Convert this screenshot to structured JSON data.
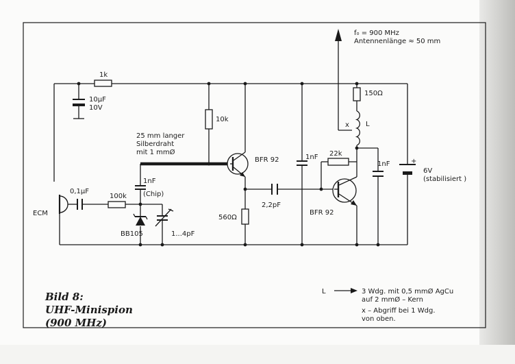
{
  "figure": {
    "caption_lines": [
      "Bild 8:",
      "UHF-Minispion",
      "(900 MHz)"
    ]
  },
  "annotations": {
    "frequency": "f₀ = 900 MHz",
    "antenna_length": "Antennenlänge ≈ 50 mm",
    "silver_wire": [
      "25 mm langer",
      "Silberdraht",
      "mit 1 mmØ"
    ]
  },
  "components": {
    "r_1k": "1k",
    "c_10uf": [
      "10µF",
      "10V"
    ],
    "r_10k": "10k",
    "t1": "BFR 92",
    "c_1nf_chip": [
      "1nF",
      "(Chip)"
    ],
    "mic": "ECM",
    "c_01uf": "0,1µF",
    "r_100k": "100k",
    "diode": "BB105",
    "trimmer": "1...4pF",
    "r_560": "560Ω",
    "c_22pf": "2,2pF",
    "c_1nf_mid": "1nF",
    "r_22k": "22k",
    "t2": "BFR 92",
    "r_150": "150Ω",
    "coil_tap": "x",
    "coil": "L",
    "c_1nf_right": "1nF",
    "battery_plus": "+",
    "battery": [
      "6V",
      "(stabilisiert )"
    ]
  },
  "legend": {
    "coil_label": "L",
    "coil_desc": [
      "3 Wdg. mit 0,5 mmØ AgCu",
      "auf 2 mmØ – Kern"
    ],
    "tap_desc": [
      "x  –  Abgriff bei 1 Wdg.",
      "von oben."
    ]
  },
  "colors": {
    "ink": "#1a1a1a",
    "paper": "#fbfbfa"
  }
}
